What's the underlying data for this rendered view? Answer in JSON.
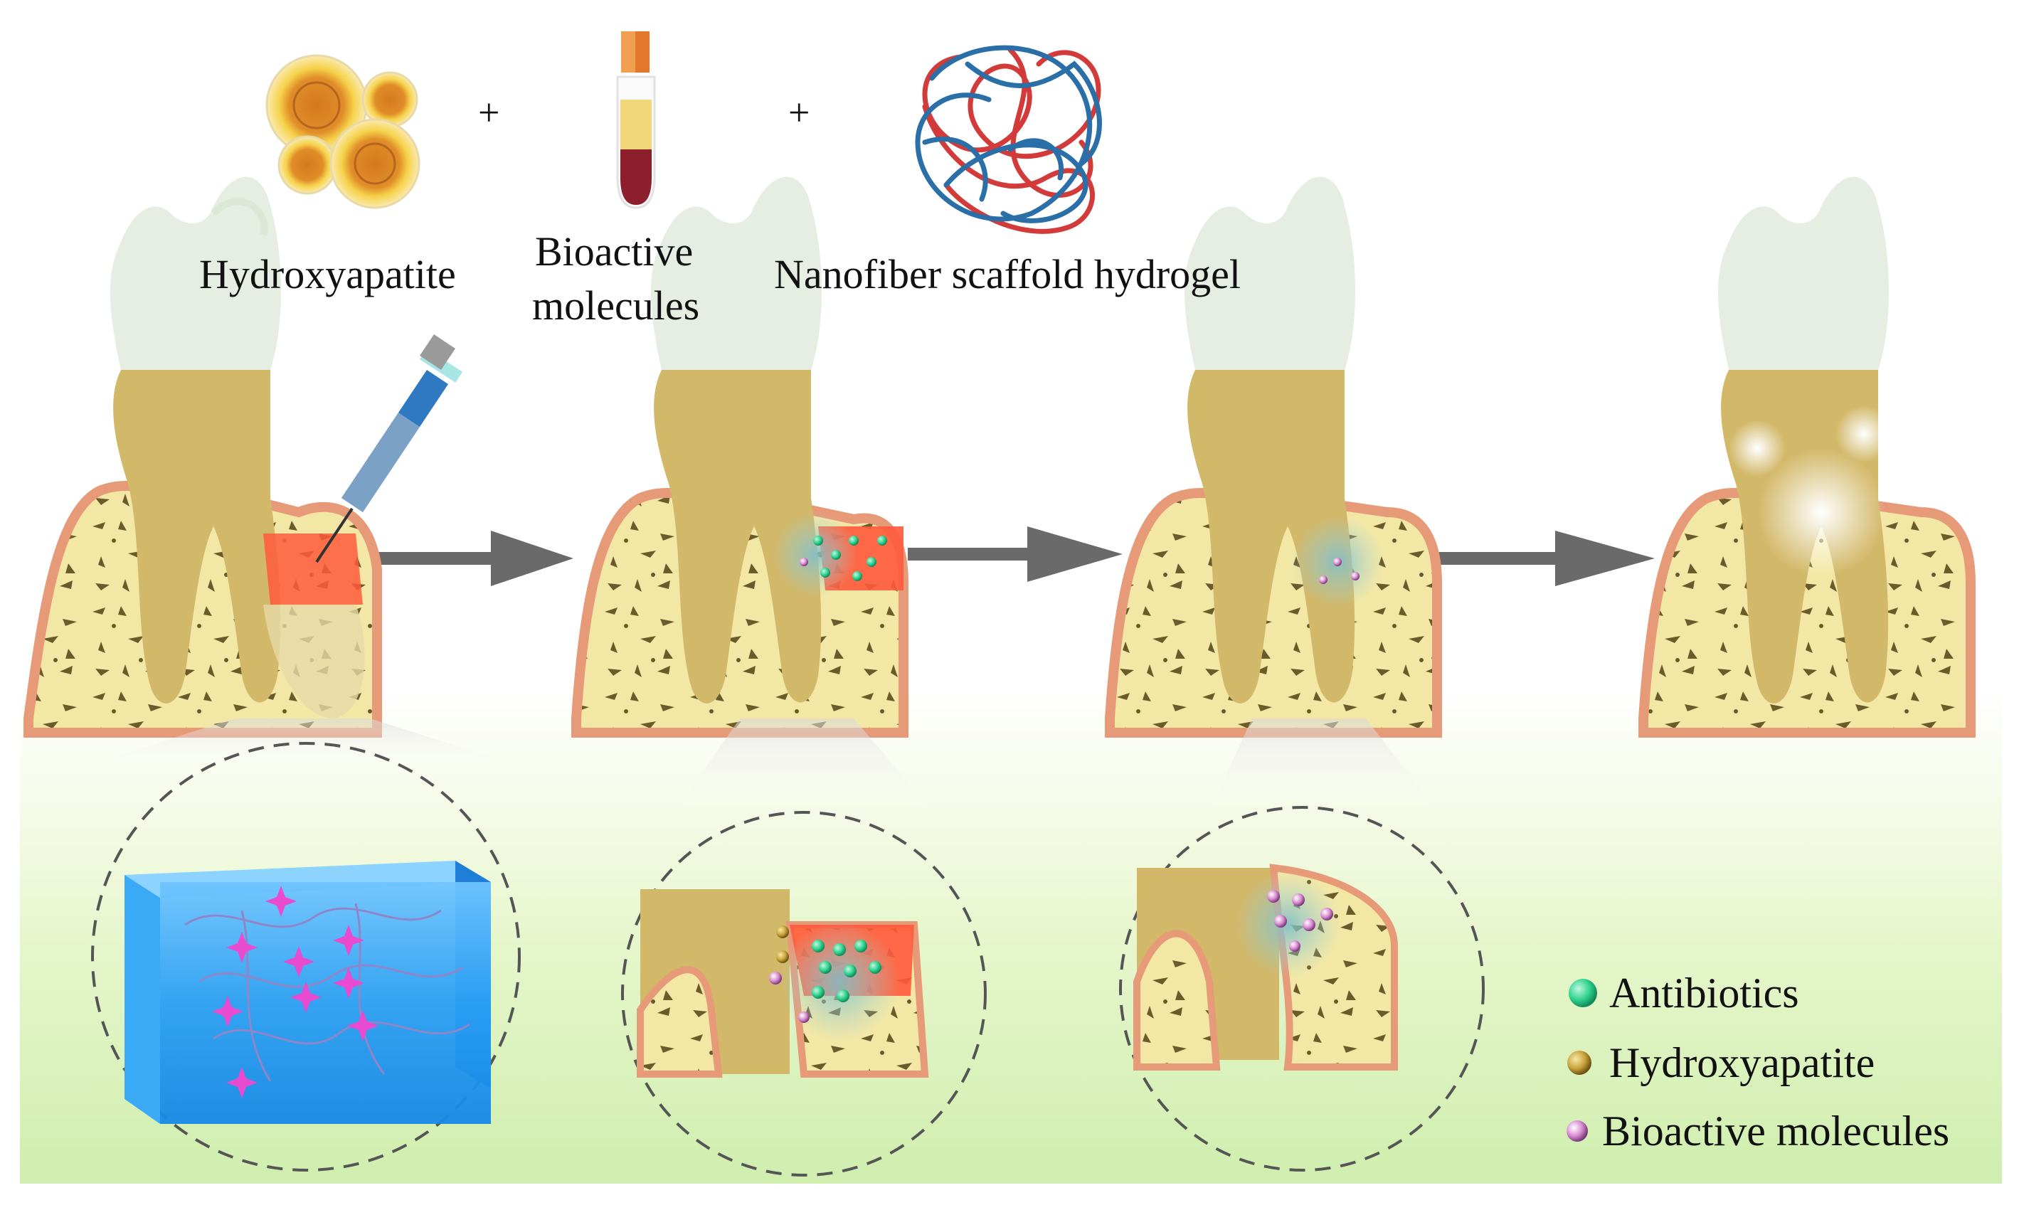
{
  "materials": {
    "hydroxyapatite": "Hydroxyapatite",
    "bioactive_line1": "Bioactive",
    "bioactive_line2": "molecules",
    "hydrogel": "Nanofiber scaffold hydrogel",
    "plus": "+"
  },
  "legend": {
    "items": [
      {
        "label": "Antibiotics",
        "color": "#2fd38f"
      },
      {
        "label": "Hydroxyapatite",
        "color": "#c9a33a"
      },
      {
        "label": "Bioactive molecules",
        "color": "#d88ad0"
      }
    ]
  },
  "colors": {
    "gum": "#e79a78",
    "bone": "#f3e7a6",
    "root": "#d2b869",
    "crown": "#e4ebdf",
    "inflamed": "#ff5a3c",
    "hydrogel": "#2aa0f5",
    "arrow": "#6a6a6a",
    "fiber_red": "#d33a3a",
    "fiber_blue": "#2a6fa8"
  }
}
